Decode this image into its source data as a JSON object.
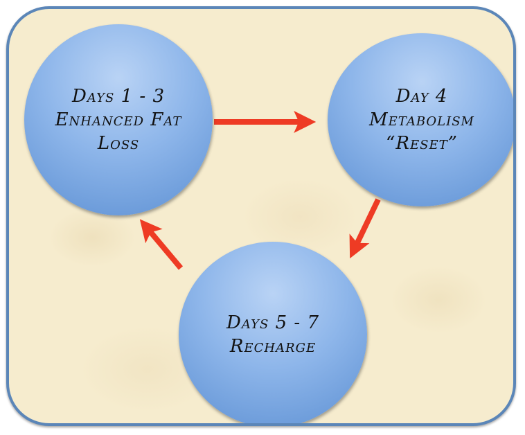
{
  "diagram": {
    "nodes": [
      {
        "id": "node-1",
        "lines": [
          "Days 1 - 3",
          "Enhanced Fat",
          "Loss"
        ]
      },
      {
        "id": "node-2",
        "lines": [
          "Day 4",
          "Metabolism",
          "“Reset”"
        ]
      },
      {
        "id": "node-3",
        "lines": [
          "Days 5 - 7",
          "Recharge"
        ]
      }
    ],
    "edges": [
      {
        "from": "node-1",
        "to": "node-2"
      },
      {
        "from": "node-2",
        "to": "node-3"
      },
      {
        "from": "node-3",
        "to": "node-1"
      }
    ],
    "colors": {
      "frame_border": "#5b86b8",
      "background": "#f6ecce",
      "node_fill": "#8eb6ea",
      "arrow": "#ee3b24",
      "text": "#111111"
    }
  }
}
